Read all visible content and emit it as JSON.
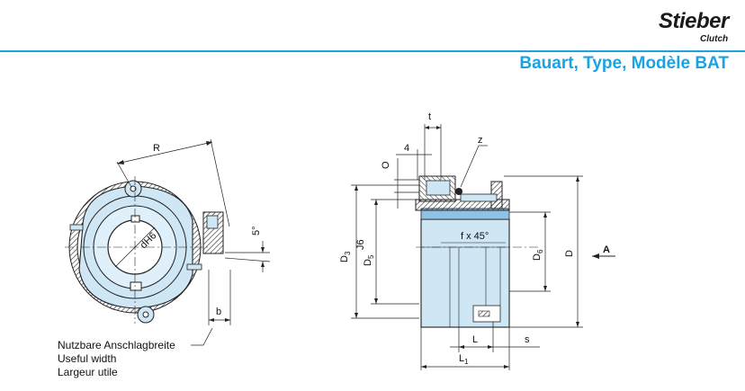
{
  "brand": {
    "name": "Stieber",
    "tagline": "Clutch"
  },
  "title": "Bauart, Type, Modèle BAT",
  "caption": {
    "de": "Nutzbare Anschlagbreite",
    "en": "Useful width",
    "fr": "Largeur utile"
  },
  "labels": {
    "R": "R",
    "dH6": "dH6",
    "five_deg": "5°",
    "b": "b",
    "t": "t",
    "four": "4",
    "O": "O",
    "z": "z",
    "fx45": "f x 45°",
    "D3": "D",
    "D3_sub": "3",
    "D5": "D",
    "D5_sub": "5",
    "J6": "J6",
    "D6": "D",
    "D6_sub": "6",
    "D": "D",
    "A": "A",
    "L": "L",
    "s": "s",
    "L1": "L",
    "L1_sub": "1"
  },
  "colors": {
    "accent": "#1aa3e0",
    "part_fill": "#cfe6f5",
    "part_dark": "#8fc3e6",
    "hatch": "#2a2a2a"
  }
}
